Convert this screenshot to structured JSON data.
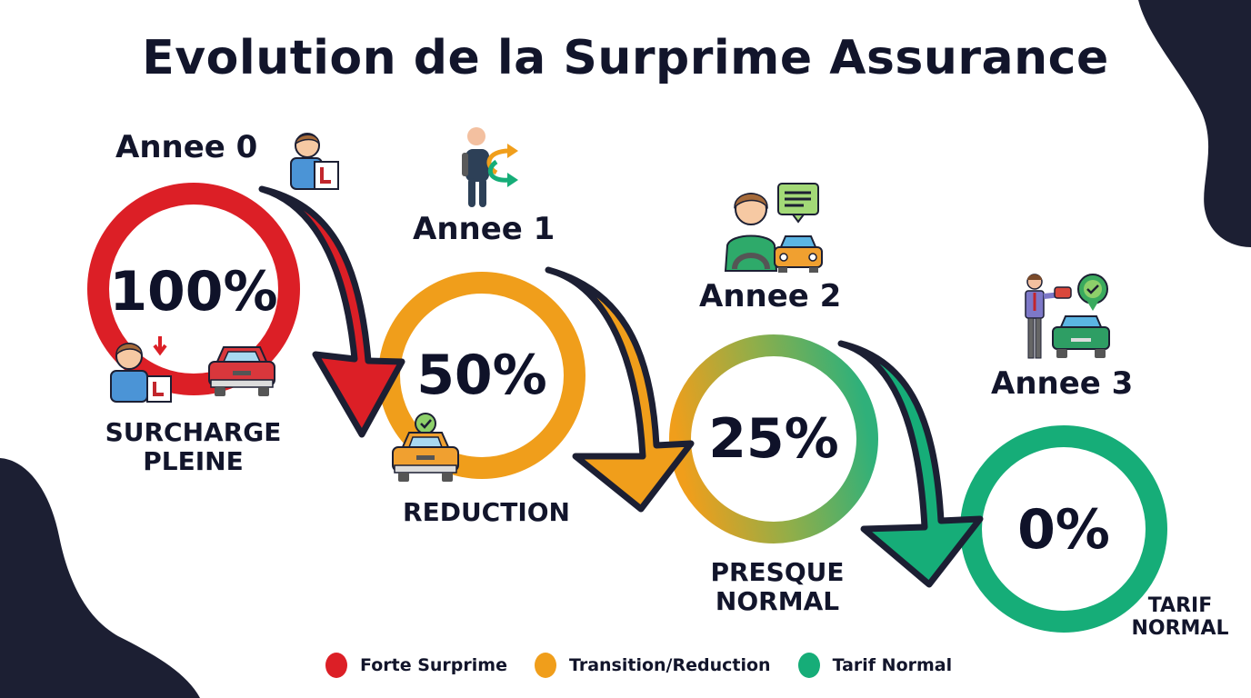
{
  "title": "Evolution de la Surprime Assurance",
  "colors": {
    "red": "#dc1f26",
    "orange": "#f09e1b",
    "green": "#16ad78",
    "dark": "#1c1f33",
    "text": "#12152b"
  },
  "stages": [
    {
      "year": "Annee 0",
      "value": "100%",
      "caption": "SURCHARGE\nPLEINE",
      "color": "#dc1f26"
    },
    {
      "year": "Annee 1",
      "value": "50%",
      "caption": "REDUCTION",
      "color": "#f09e1b"
    },
    {
      "year": "Annee 2",
      "value": "25%",
      "caption": "PRESQUE\nNORMAL",
      "color": "gradient-orange-green"
    },
    {
      "year": "Annee 3",
      "value": "0%",
      "caption": "TARIF\nNORMAL",
      "color": "#16ad78"
    }
  ],
  "legend": [
    {
      "label": "Forte Surprime",
      "color": "#dc1f26"
    },
    {
      "label": "Transition/Reduction",
      "color": "#f09e1b"
    },
    {
      "label": "Tarif Normal",
      "color": "#16ad78"
    }
  ],
  "icons": {
    "stage0_top": "young-driver-l-plate-icon",
    "stage0_bottom_person": "young-driver-l-plate-icon",
    "stage0_bottom_car": "red-car-icon",
    "stage1_top": "person-transition-arrows-icon",
    "stage1_car": "orange-car-check-icon",
    "stage2_top": "driver-steering-wheel-car-icon",
    "stage3_top": "agent-with-green-car-check-icon"
  },
  "chart_data": {
    "type": "bar",
    "title": "Evolution de la Surprime Assurance",
    "categories": [
      "Annee 0",
      "Annee 1",
      "Annee 2",
      "Annee 3"
    ],
    "values": [
      100,
      50,
      25,
      0
    ],
    "labels": [
      "SURCHARGE PLEINE",
      "REDUCTION",
      "PRESQUE NORMAL",
      "TARIF NORMAL"
    ],
    "unit": "%",
    "legend": [
      "Forte Surprime",
      "Transition/Reduction",
      "Tarif Normal"
    ],
    "legend_position": "bottom"
  }
}
